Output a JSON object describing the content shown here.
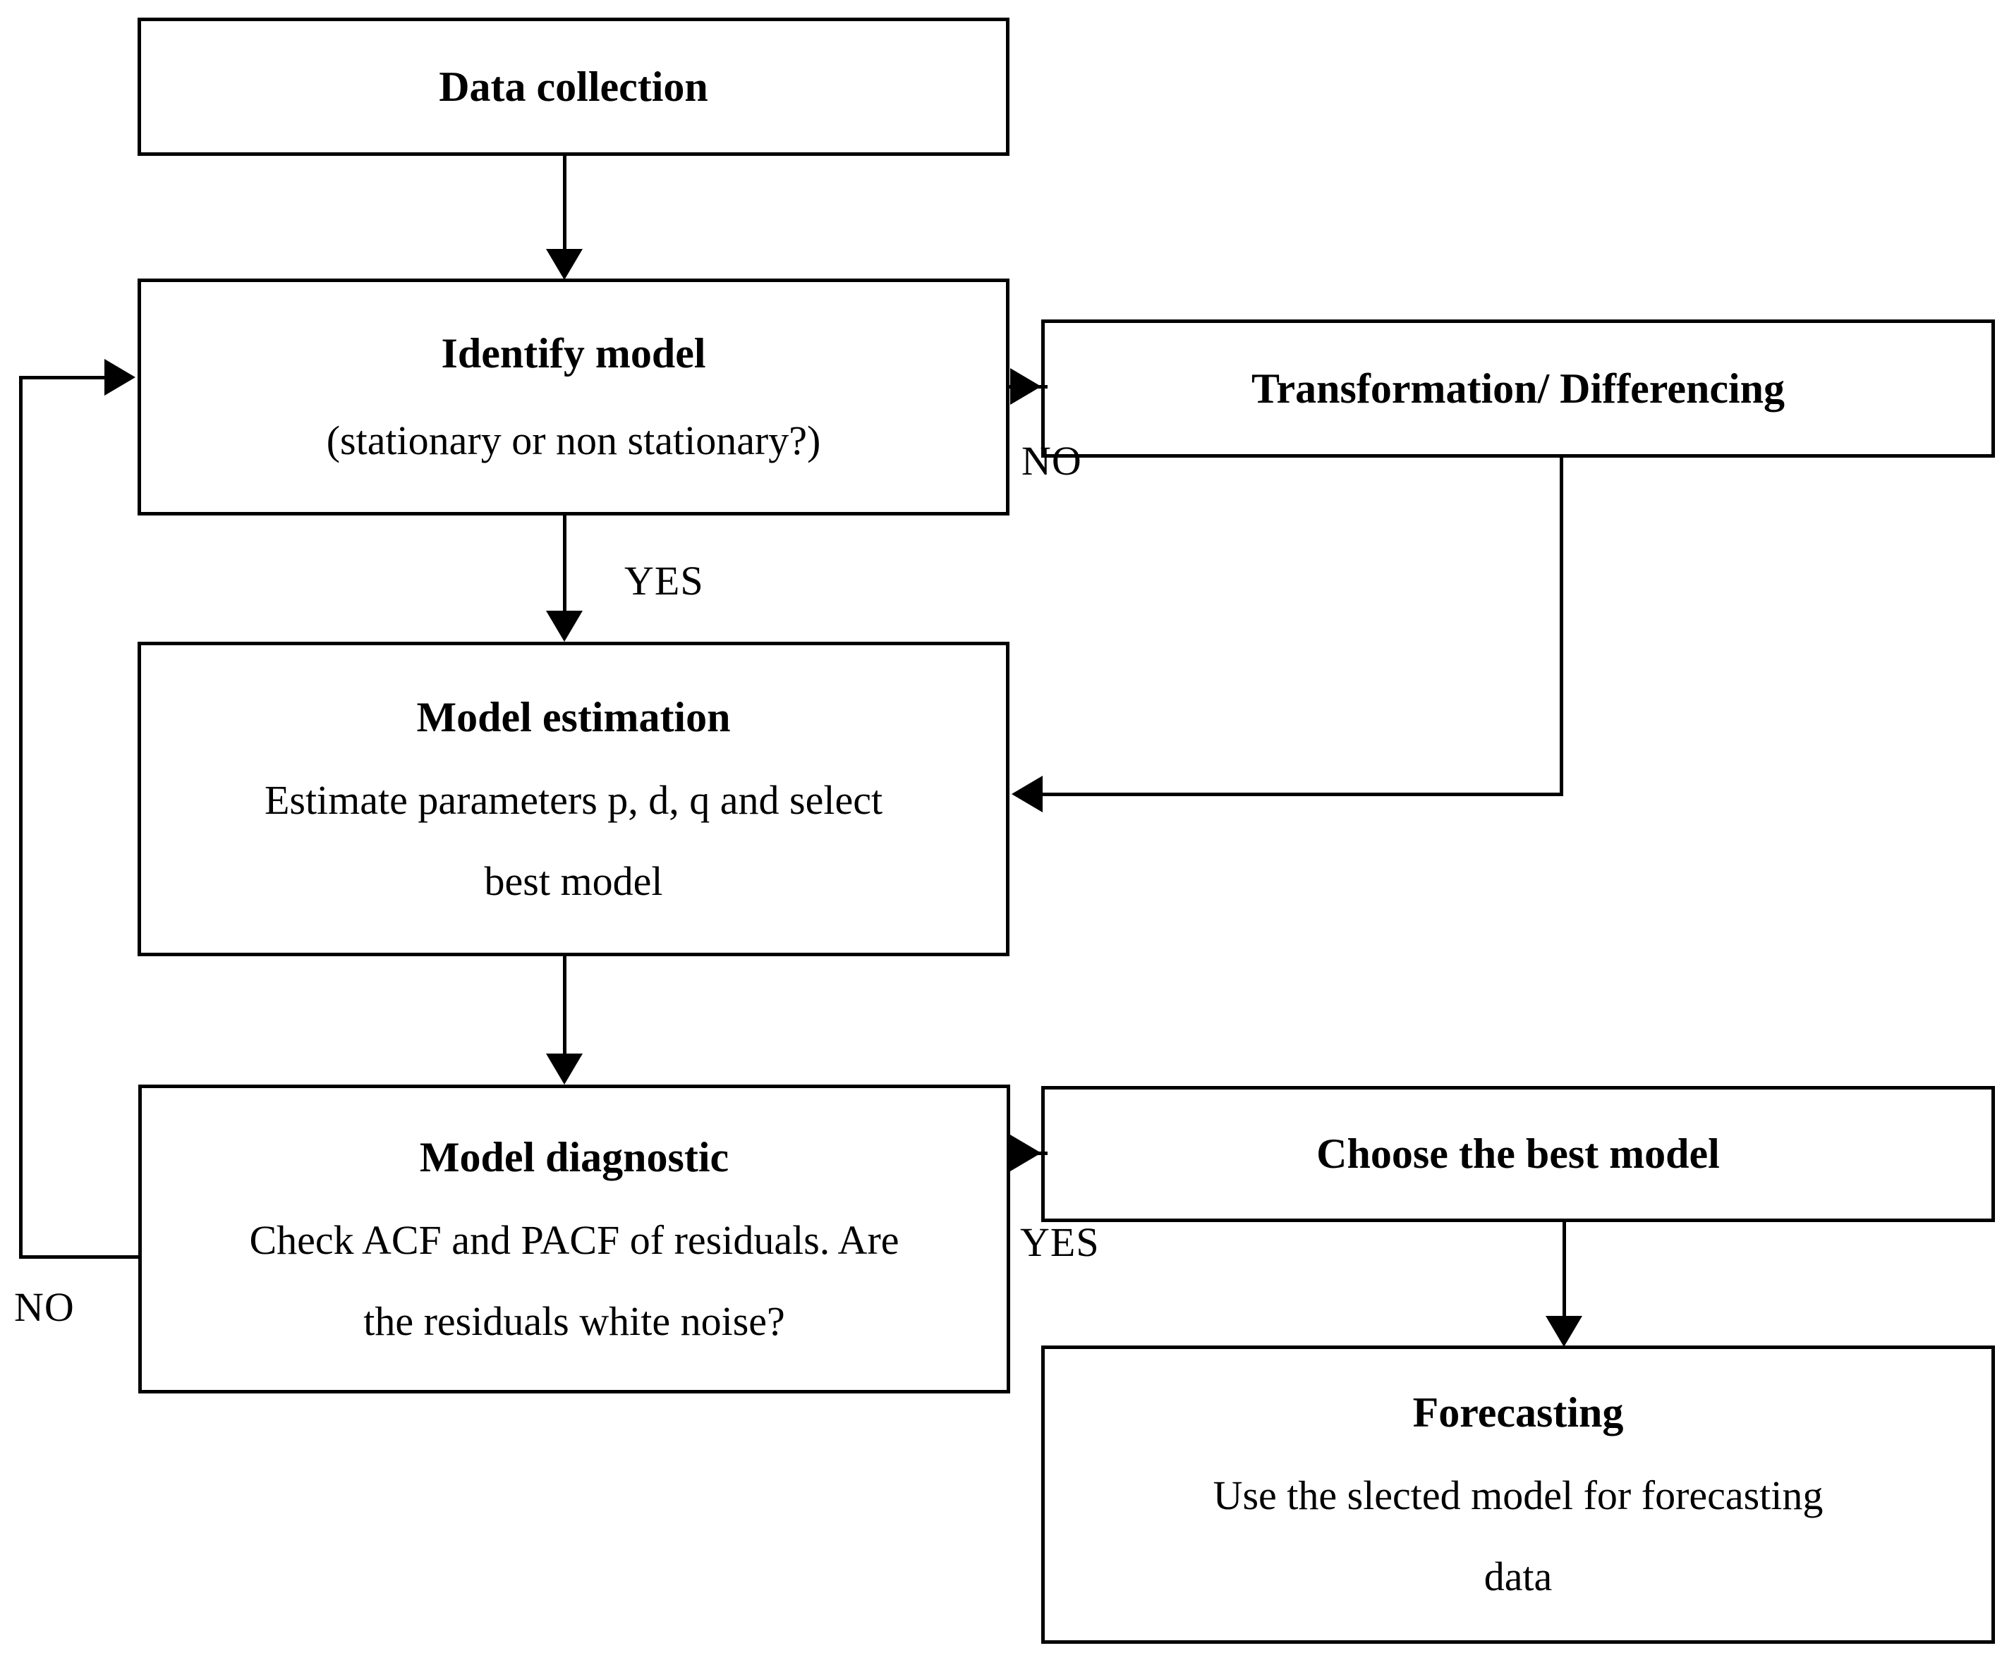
{
  "diagram": {
    "type": "flowchart",
    "title": "ARIMA / Box-Jenkins time series modelling workflow",
    "nodes": {
      "data_collection": {
        "title": "Data collection",
        "body": []
      },
      "identify_model": {
        "title": "Identify model",
        "body": [
          "(stationary or non stationary?)"
        ]
      },
      "transformation": {
        "title": "Transformation/ Differencing",
        "body": []
      },
      "model_estimation": {
        "title": "Model estimation",
        "body": [
          "Estimate parameters p, d, q and select",
          "best model"
        ]
      },
      "model_diagnostic": {
        "title": "Model diagnostic",
        "body": [
          "Check ACF and PACF of residuals. Are",
          "the residuals white noise?"
        ]
      },
      "choose_best_model": {
        "title": "Choose the best model",
        "body": []
      },
      "forecasting": {
        "title": "Forecasting",
        "body": [
          "Use the slected model for forecasting",
          "data"
        ]
      }
    },
    "edge_labels": {
      "identify_yes": "YES",
      "identify_no": "NO",
      "diagnostic_yes": "YES",
      "diagnostic_no": "NO"
    },
    "colors": {
      "stroke": "#000000",
      "fill": "#ffffff",
      "text": "#000000"
    }
  }
}
